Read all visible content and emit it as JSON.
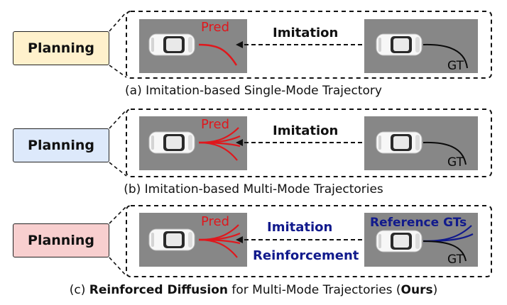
{
  "colors": {
    "panel_gray": "#878787",
    "pred_red": "#e0171c",
    "gt_black": "#0a0a0a",
    "ref_navy": "#111a8c",
    "planning_a": "#fff1cc",
    "planning_b": "#dde9fb",
    "planning_c": "#f8cfcf"
  },
  "rows": [
    {
      "planning_label": "Planning",
      "pred_label": "Pred",
      "gt_label": "GT",
      "imitation_label": "Imitation",
      "caption": "(a) Imitation-based Single-Mode Trajectory",
      "pred_mode": "single"
    },
    {
      "planning_label": "Planning",
      "pred_label": "Pred",
      "gt_label": "GT",
      "imitation_label": "Imitation",
      "caption": "(b) Imitation-based Multi-Mode Trajectories",
      "pred_mode": "multi"
    },
    {
      "planning_label": "Planning",
      "pred_label": "Pred",
      "gt_label": "GT",
      "imitation_label": "Imitation",
      "reinforcement_label": "Reinforcement",
      "reference_label": "Reference GTs",
      "caption_prefix": "(c) ",
      "caption_bold1": "Reinforced Diffusion",
      "caption_mid": " for Multi-Mode Trajectories (",
      "caption_bold2": "Ours",
      "caption_suffix": ")",
      "pred_mode": "multi"
    }
  ]
}
